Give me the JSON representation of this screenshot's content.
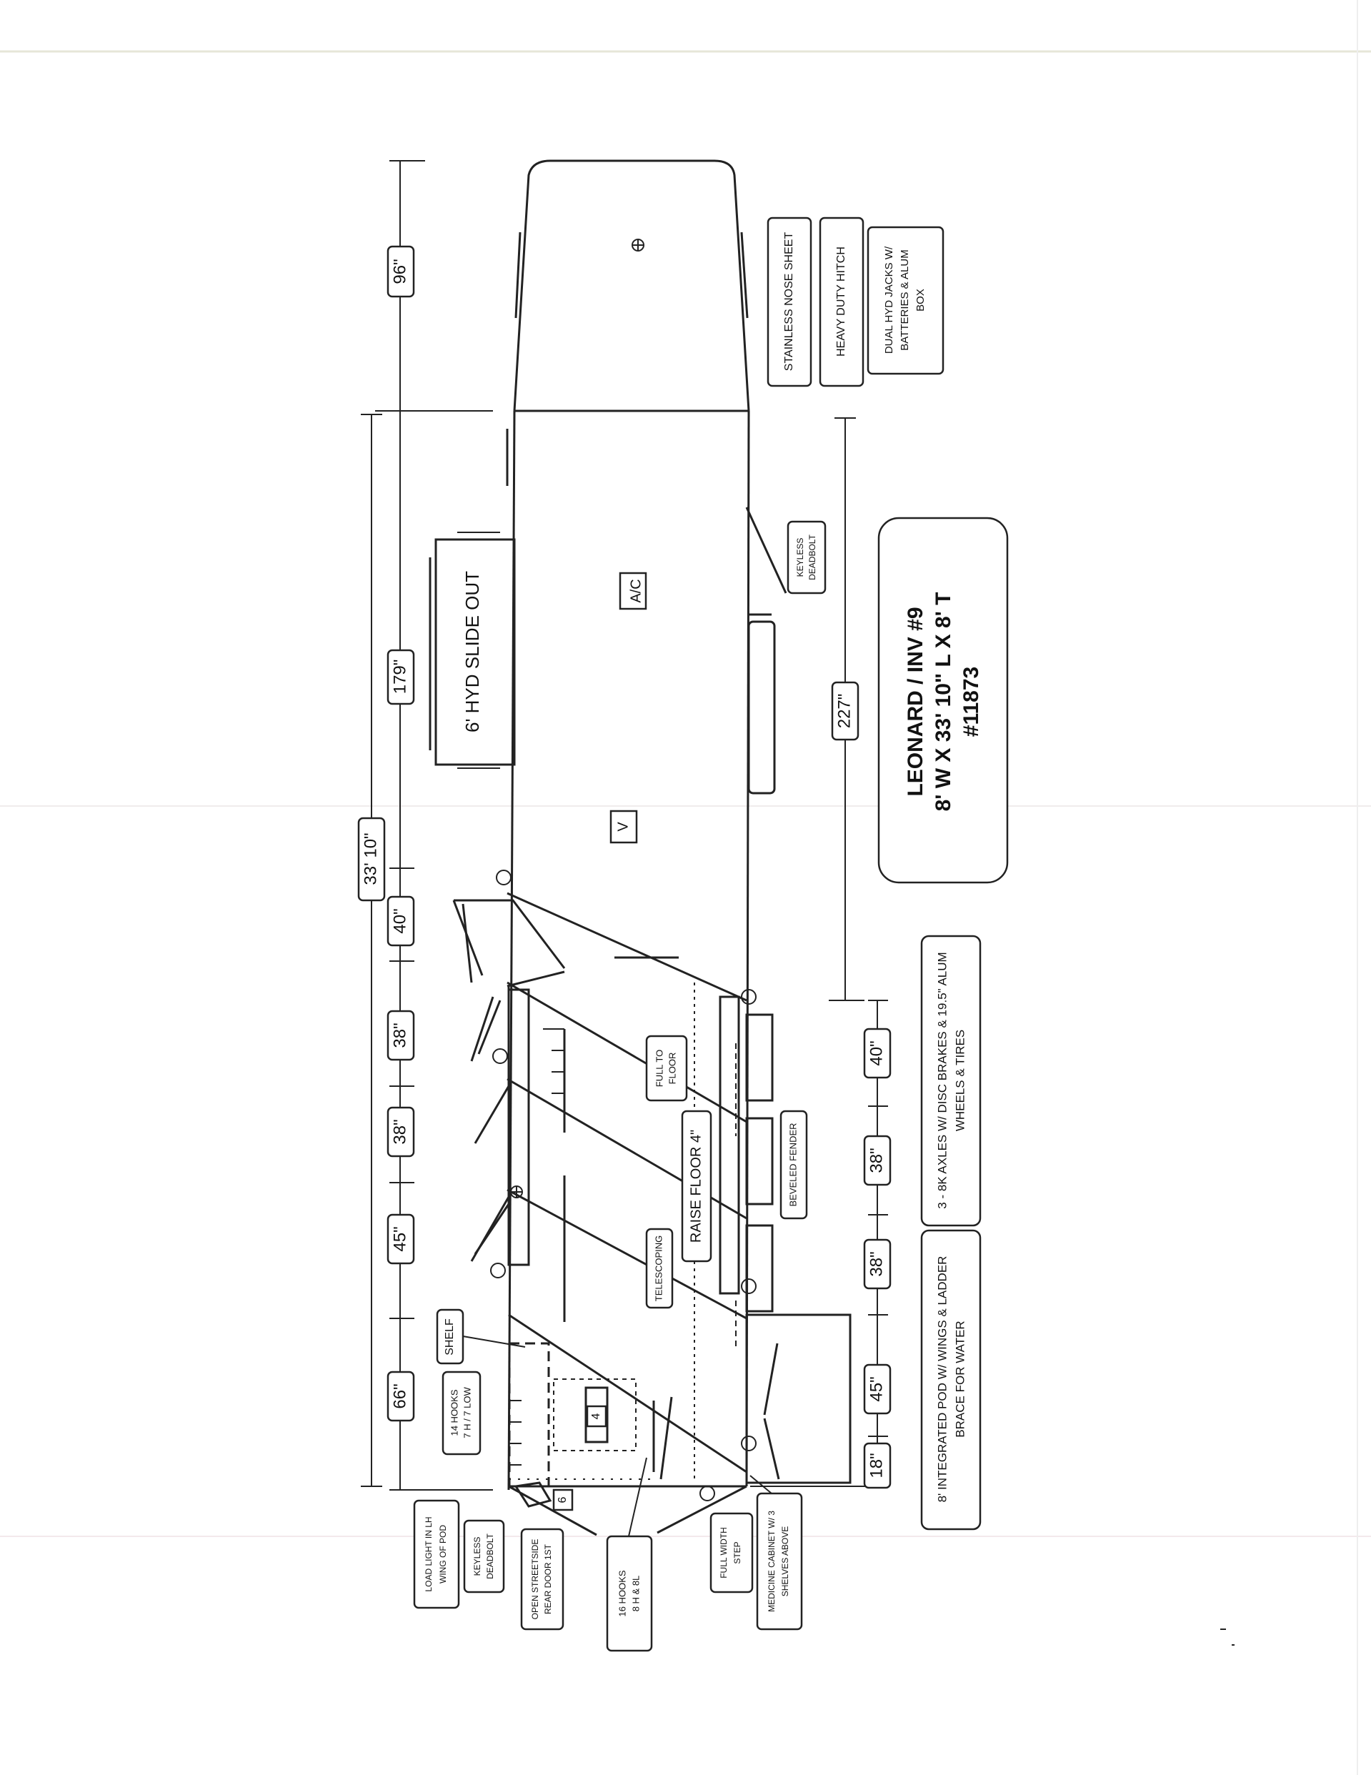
{
  "title": {
    "name": "LEONARD / INV #9",
    "size": "8' W X 33' 10\" L X 8' T",
    "number": "#11873"
  },
  "top_dimensions": {
    "nose": "96\"",
    "slide": "179\"",
    "overall": "33' 10\"",
    "stall_1": "40\"",
    "stall_2": "38\"",
    "stall_3": "38\"",
    "stall_4": "45\"",
    "rear": "66\""
  },
  "bottom_dimensions": {
    "living": "227\"",
    "d1": "40\"",
    "d2": "38\"",
    "d3": "38\"",
    "d4": "45\"",
    "d5": "18\""
  },
  "nose_notes": {
    "n1": "STAINLESS NOSE SHEET",
    "n2": "HEAVY DUTY HITCH",
    "n3a": "DUAL HYD JACKS W/",
    "n3b": "BATTERIES & ALUM",
    "n3c": "BOX"
  },
  "interior": {
    "slide_out": "6' HYD SLIDE OUT",
    "ac": "A/C",
    "vent": "V",
    "full_to_floor_1": "FULL TO",
    "full_to_floor_2": "FLOOR",
    "raise_floor": "RAISE FLOOR 4\"",
    "telescoping": "TELESCOPING",
    "beveled_fender": "BEVELED FENDER",
    "keyless_side_1": "KEYLESS",
    "keyless_side_2": "DEADBOLT",
    "shelf": "SHELF",
    "hooks_14_a": "14 HOOKS",
    "hooks_14_b": "7 H / 7 LOW",
    "num_4": "4",
    "num_6": "6"
  },
  "bottom_notes": {
    "axles_1": "3 - 8K AXLES W/ DISC BRAKES & 19.5\" ALUM",
    "axles_2": "WHEELS & TIRES",
    "pod_1": "8' INTEGRATED POD W/ WINGS & LADDER",
    "pod_2": "BRACE FOR WATER"
  },
  "rear_notes": {
    "load_light_1": "LOAD LIGHT IN LH",
    "load_light_2": "WING OF POD",
    "keyless_1": "KEYLESS",
    "keyless_2": "DEADBOLT",
    "open_door_1": "OPEN STREETSIDE",
    "open_door_2": "REAR DOOR 1ST",
    "hooks_16_1": "16 HOOKS",
    "hooks_16_2": "8 H & 8L",
    "full_step_1": "FULL WIDTH",
    "full_step_2": "STEP",
    "medicine_1": "MEDICINE CABINET W/ 3",
    "medicine_2": "SHELVES ABOVE"
  },
  "icons": [
    "light-icon",
    "roof-vent-icon"
  ]
}
